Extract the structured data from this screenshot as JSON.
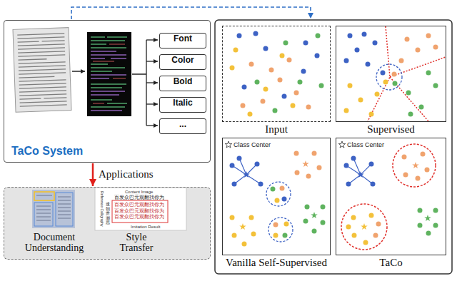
{
  "diagram": {
    "nodes": [
      {
        "text": [
          "TaCo System"
        ]
      },
      {
        "text": [
          "Font"
        ],
        "in": 0
      },
      {
        "text": [
          "Color"
        ],
        "in": 0
      },
      {
        "text": [
          "Bold"
        ],
        "in": 0
      },
      {
        "text": [
          "Italic"
        ],
        "in": 0
      },
      {
        "text": [
          "..."
        ],
        "in": 0
      },
      {
        "text": [
          "Document Understanding",
          "Style Transfer"
        ]
      },
      {
        "text": [
          "Input"
        ]
      },
      {
        "text": [
          "Supervised"
        ]
      },
      {
        "text": [
          "Vanilla Self-Supervised"
        ]
      },
      {
        "text": [
          "TaCo"
        ]
      }
    ],
    "edges": [
      {
        "from": 0,
        "to": 6,
        "label": "Applications",
        "arrow": "to"
      }
    ],
    "labels": [
      "Content Image",
      "Reference Calligraphy",
      "速朝赏潮思",
      "百发众巴元观翻找你为",
      "百发众巴元观翻找你为",
      "百发众巴元观翻找你为",
      "百发众巴元观翻找你为",
      "Imitation Result",
      "Class Center",
      "Class Center"
    ]
  }
}
